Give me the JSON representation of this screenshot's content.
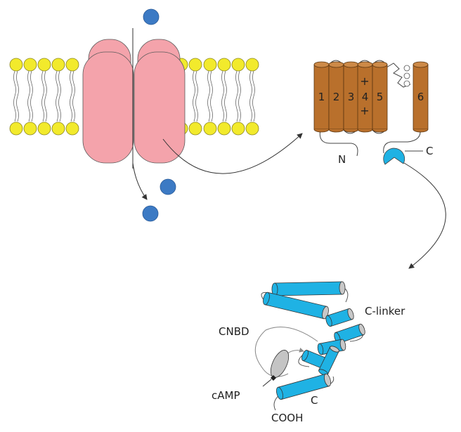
{
  "colors": {
    "lipid_head": "#f2ea2c",
    "channel": "#f4a3ab",
    "ion": "#3c7ac4",
    "helix_brown": "#b9702c",
    "helix_cyan": "#1fb2e4",
    "camp": "#c4c4c4"
  },
  "channel_topology": {
    "segments": [
      "1",
      "2",
      "3",
      "4",
      "5",
      "6"
    ],
    "s4_charges": [
      "+",
      "+"
    ],
    "n_label": "N",
    "c_label": "C"
  },
  "cnbd_detail": {
    "c_linker_label": "C-linker",
    "cnbd_label": "CNBD",
    "camp_label": "cAMP",
    "c_label": "C",
    "cooh_label": "COOH"
  }
}
